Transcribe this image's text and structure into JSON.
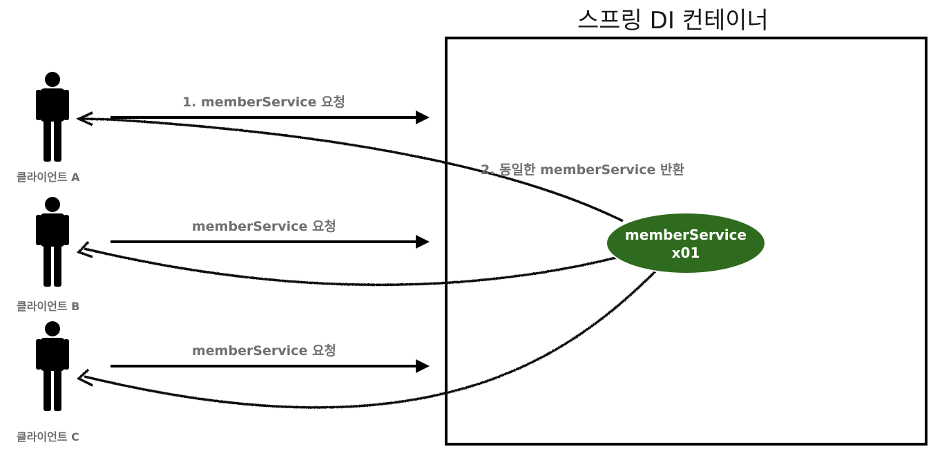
{
  "container": {
    "title": "스프링 DI 컨테이너"
  },
  "clients": [
    {
      "label": "클라이언트 A"
    },
    {
      "label": "클라이언트 B"
    },
    {
      "label": "클라이언트 C"
    }
  ],
  "requests": [
    {
      "label": "1. memberService 요청"
    },
    {
      "label": "memberService 요청"
    },
    {
      "label": "memberService 요청"
    }
  ],
  "response": {
    "label": "2. 동일한 memberService 반환"
  },
  "bean": {
    "name": "memberService",
    "id": "x01",
    "color": "#2f6b1f"
  }
}
